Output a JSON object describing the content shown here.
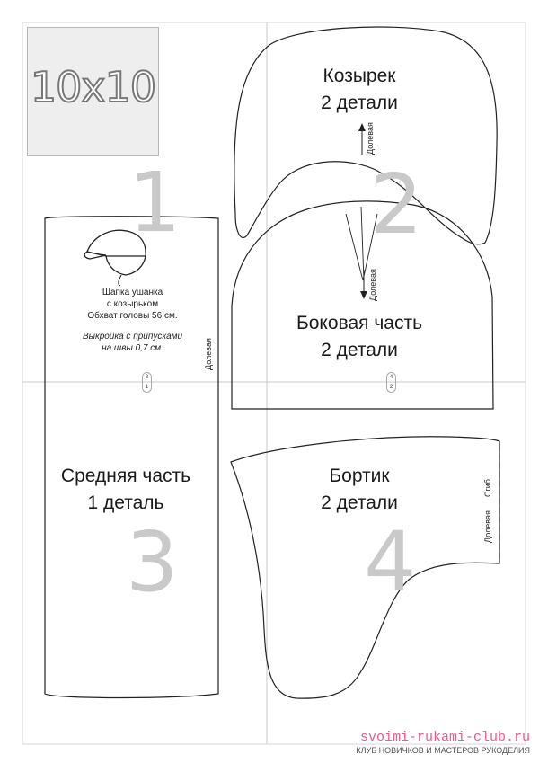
{
  "scale": {
    "label": "10x10"
  },
  "pages": {
    "p1": "1",
    "p2": "2",
    "p3": "3",
    "p4": "4"
  },
  "pieces": {
    "visor": {
      "line1": "Козырек",
      "line2": "2 детали"
    },
    "side": {
      "line1": "Боковая часть",
      "line2": "2 детали"
    },
    "middle": {
      "line1": "Средняя часть",
      "line2": "1 деталь"
    },
    "edge": {
      "line1": "Бортик",
      "line2": "2 детали"
    }
  },
  "info": {
    "line1": "Шапка ушанка",
    "line2": "с козырьком",
    "line3": "Обхват головы 56 см.",
    "line4": "Выкройка с припусками",
    "line5": "на швы 0,7 см."
  },
  "grain": {
    "label": "Долевая",
    "fold_label": "Сгиб"
  },
  "markers": {
    "m1_top": "3",
    "m1_bottom": "1",
    "m2_top": "4",
    "m2_bottom": "2"
  },
  "watermark": {
    "url": "svoimi-rukami-club.ru",
    "club": "КЛУБ НОВИЧКОВ И МАСТЕРОВ РУКОДЕЛИЯ"
  }
}
